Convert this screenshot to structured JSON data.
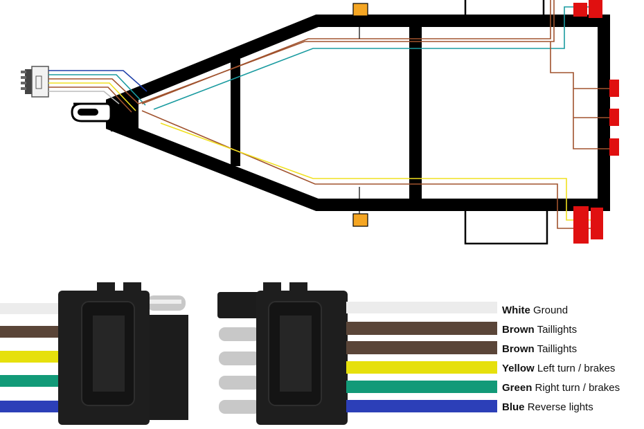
{
  "legend": [
    {
      "color_name": "White",
      "function": "Ground",
      "hex": "#ececec"
    },
    {
      "color_name": "Brown",
      "function": "Taillights",
      "hex": "#5a4538"
    },
    {
      "color_name": "Brown",
      "function": "Taillights",
      "hex": "#5a4538"
    },
    {
      "color_name": "Yellow",
      "function": "Left turn / brakes",
      "hex": "#e6e00c"
    },
    {
      "color_name": "Green",
      "function": "Right turn / brakes",
      "hex": "#129a78"
    },
    {
      "color_name": "Blue",
      "function": "Reverse lights",
      "hex": "#2c3fb8"
    }
  ],
  "colors": {
    "frame": "#000000",
    "marker_light": "#f5a623",
    "tail_light": "#e01010",
    "wire_brown": "#a0522d",
    "wire_teal": "#1a9ba0",
    "wire_yellow": "#f0e020",
    "wire_blue": "#1e3fa8",
    "connector_body": "#1c1c1c",
    "pin_metal": "#b8b8b8"
  },
  "icons": [
    "trailer-frame",
    "hitch-coupler",
    "four-pin-plug",
    "marker-light",
    "tail-light",
    "five-pin-connector-male",
    "five-pin-connector-female"
  ]
}
